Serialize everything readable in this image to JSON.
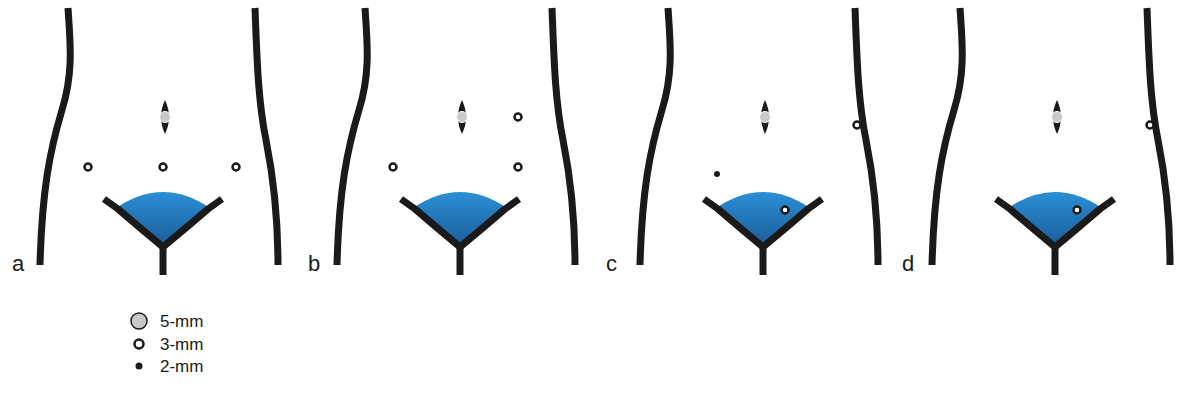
{
  "diagram": {
    "labels": [
      "a",
      "b",
      "c",
      "d"
    ],
    "legend": [
      {
        "text": "5-mm"
      },
      {
        "text": "3-mm"
      },
      {
        "text": "2-mm"
      }
    ]
  }
}
